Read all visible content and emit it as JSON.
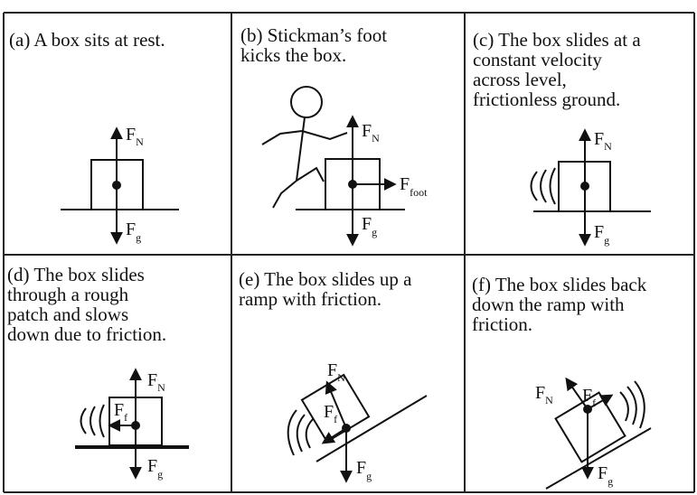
{
  "panels": [
    {
      "id": "a",
      "caption": "(a) A box sits at rest.",
      "forces": [
        {
          "label": "F",
          "sub": "N"
        },
        {
          "label": "F",
          "sub": "g"
        }
      ]
    },
    {
      "id": "b",
      "caption": "(b) Stickman’s foot\n      kicks the box.",
      "forces": [
        {
          "label": "F",
          "sub": "N"
        },
        {
          "label": "F",
          "sub": "g"
        },
        {
          "label": "F",
          "sub": "foot"
        }
      ]
    },
    {
      "id": "c",
      "caption": "(c) The box slides at a\n      constant velocity\n      across level,\n      frictionless ground.",
      "forces": [
        {
          "label": "F",
          "sub": "N"
        },
        {
          "label": "F",
          "sub": "g"
        }
      ]
    },
    {
      "id": "d",
      "caption": "(d) The box slides\n      through a rough\n      patch and slows\n      down due to friction.",
      "forces": [
        {
          "label": "F",
          "sub": "N"
        },
        {
          "label": "F",
          "sub": "g"
        },
        {
          "label": "F",
          "sub": "f"
        }
      ]
    },
    {
      "id": "e",
      "caption": "(e) The box slides up a\n      ramp with friction.",
      "forces": [
        {
          "label": "F",
          "sub": "N"
        },
        {
          "label": "F",
          "sub": "g"
        },
        {
          "label": "F",
          "sub": "f"
        }
      ]
    },
    {
      "id": "f",
      "caption": "(f) The box slides back\n      down the ramp with\n      friction.",
      "forces": [
        {
          "label": "F",
          "sub": "N"
        },
        {
          "label": "F",
          "sub": "g"
        },
        {
          "label": "F",
          "sub": "f"
        }
      ]
    }
  ]
}
